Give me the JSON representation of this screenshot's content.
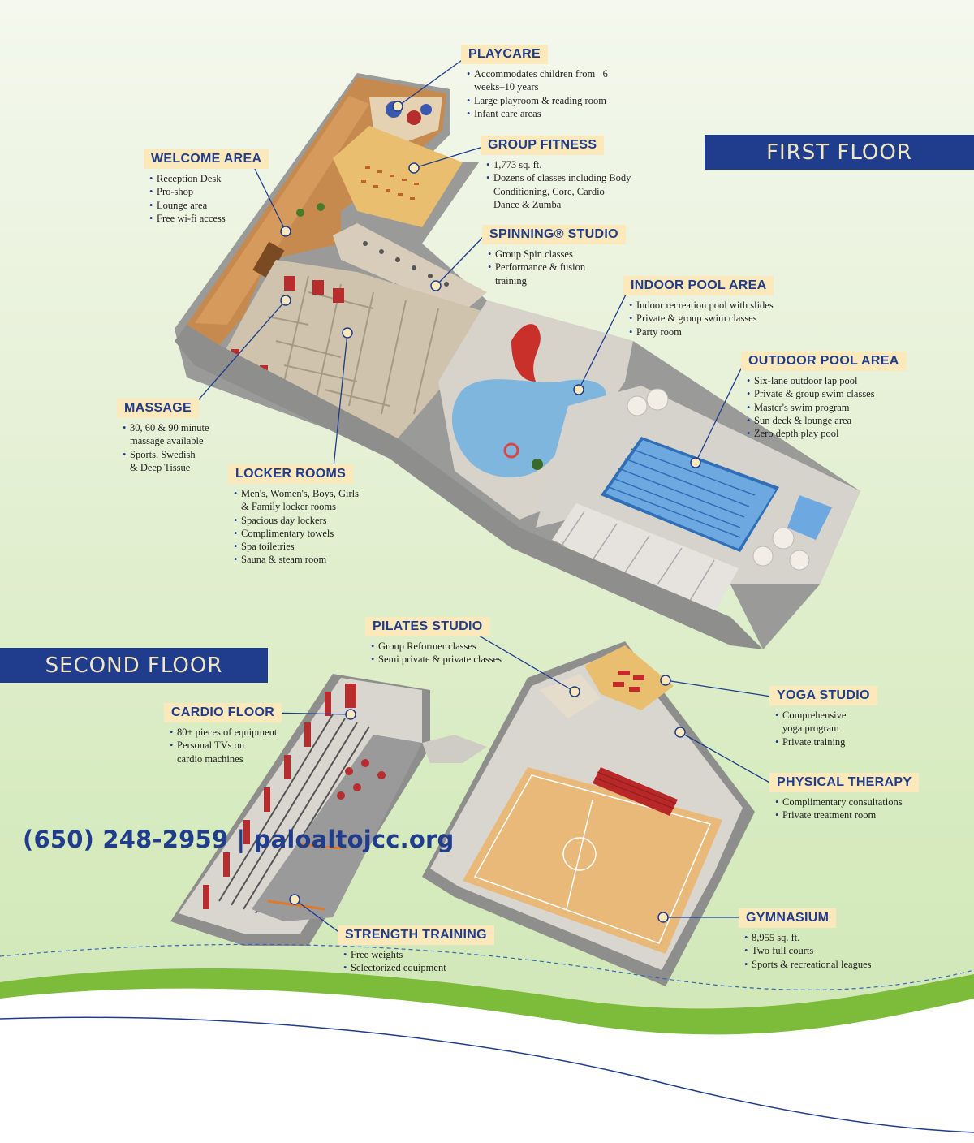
{
  "first_floor_label": "FIRST FLOOR",
  "second_floor_label": "SECOND FLOOR",
  "callouts": {
    "playcare": {
      "title": "PLAYCARE",
      "items": [
        "Accommodates children from   6 weeks–10 years",
        "Large playroom & reading room",
        "Infant care areas"
      ]
    },
    "group_fitness": {
      "title": "GROUP FITNESS",
      "items": [
        "1,773 sq. ft.",
        "Dozens of classes including Body",
        "Conditioning, Core, Cardio",
        "Dance & Zumba"
      ]
    },
    "welcome_area": {
      "title": "WELCOME AREA",
      "items": [
        "Reception Desk",
        "Pro-shop",
        "Lounge area",
        "Free wi-fi access"
      ]
    },
    "spinning_studio": {
      "title": "SPINNING® STUDIO",
      "items": [
        "Group Spin classes",
        "Performance & fusion",
        "training"
      ]
    },
    "indoor_pool": {
      "title": "INDOOR POOL AREA",
      "items": [
        "Indoor recreation pool with slides",
        "Private & group swim classes",
        "Party room"
      ]
    },
    "outdoor_pool": {
      "title": "OUTDOOR POOL AREA",
      "items": [
        "Six-lane outdoor lap pool",
        "Private & group swim classes",
        "Master's swim program",
        "Sun deck & lounge area",
        "Zero depth play pool"
      ]
    },
    "massage": {
      "title": "MASSAGE",
      "items": [
        "30, 60 & 90 minute",
        "massage available",
        "Sports, Swedish",
        "& Deep Tissue"
      ]
    },
    "locker_rooms": {
      "title": "LOCKER ROOMS",
      "items": [
        "Men's, Women's, Boys, Girls",
        "& Family locker rooms",
        "Spacious day lockers",
        "Complimentary towels",
        "Spa toiletries",
        "Sauna & steam room"
      ]
    },
    "pilates": {
      "title": "PILATES STUDIO",
      "items": [
        "Group Reformer classes",
        "Semi private & private classes"
      ]
    },
    "cardio": {
      "title": "CARDIO FLOOR",
      "items": [
        "80+ pieces of equipment",
        "Personal TVs on",
        "cardio machines"
      ]
    },
    "yoga": {
      "title": "YOGA STUDIO",
      "items": [
        "Comprehensive",
        "yoga program",
        "Private training"
      ]
    },
    "physical_therapy": {
      "title": "PHYSICAL THERAPY",
      "items": [
        "Complimentary consultations",
        "Private treatment room"
      ]
    },
    "strength": {
      "title": "STRENGTH TRAINING",
      "items": [
        "Free weights",
        "Selectorized equipment"
      ]
    },
    "gymnasium": {
      "title": "GYMNASIUM",
      "items": [
        "8,955 sq. ft.",
        "Two full courts",
        "Sports & recreational leagues"
      ]
    }
  },
  "footer_contact": "(650) 248-2959 | paloaltojcc.org",
  "colors": {
    "navy": "#1f3d8c",
    "label_bg": "#fbe9bb",
    "pool": "#7fb6de",
    "court": "#e9b97a",
    "green_wave": "#7dbb3a"
  }
}
